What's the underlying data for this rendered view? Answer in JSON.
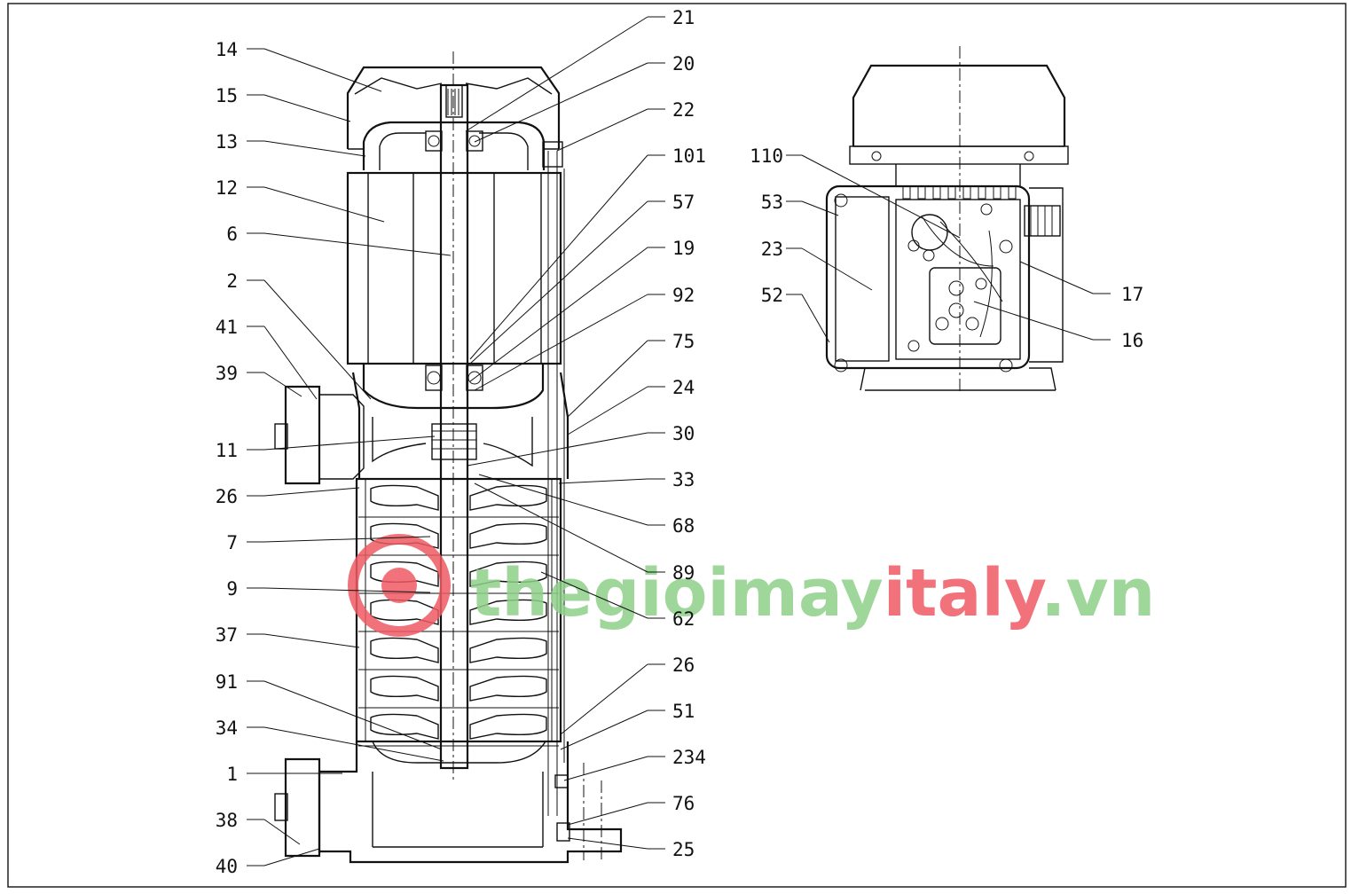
{
  "watermark": {
    "text_a": "thegioimay",
    "text_b": "italy",
    "text_c": ".vn",
    "color_green": "#8fd18a",
    "color_red": "#ef5a63"
  },
  "left_labels": [
    {
      "id": "14",
      "text": "14"
    },
    {
      "id": "15",
      "text": "15"
    },
    {
      "id": "13",
      "text": "13"
    },
    {
      "id": "12",
      "text": "12"
    },
    {
      "id": "6",
      "text": "6"
    },
    {
      "id": "2",
      "text": "2"
    },
    {
      "id": "41",
      "text": "41"
    },
    {
      "id": "39",
      "text": "39"
    },
    {
      "id": "11",
      "text": "11"
    },
    {
      "id": "26a",
      "text": "26"
    },
    {
      "id": "7",
      "text": "7"
    },
    {
      "id": "9",
      "text": "9"
    },
    {
      "id": "37",
      "text": "37"
    },
    {
      "id": "91",
      "text": "91"
    },
    {
      "id": "34",
      "text": "34"
    },
    {
      "id": "1",
      "text": "1"
    },
    {
      "id": "38",
      "text": "38"
    },
    {
      "id": "40",
      "text": "40"
    }
  ],
  "right_labels": [
    {
      "id": "21",
      "text": "21"
    },
    {
      "id": "20",
      "text": "20"
    },
    {
      "id": "22",
      "text": "22"
    },
    {
      "id": "101",
      "text": "101"
    },
    {
      "id": "57",
      "text": "57"
    },
    {
      "id": "19",
      "text": "19"
    },
    {
      "id": "92",
      "text": "92"
    },
    {
      "id": "75",
      "text": "75"
    },
    {
      "id": "24",
      "text": "24"
    },
    {
      "id": "30",
      "text": "30"
    },
    {
      "id": "33",
      "text": "33"
    },
    {
      "id": "68",
      "text": "68"
    },
    {
      "id": "89",
      "text": "89"
    },
    {
      "id": "62",
      "text": "62"
    },
    {
      "id": "26b",
      "text": "26"
    },
    {
      "id": "51",
      "text": "51"
    },
    {
      "id": "234",
      "text": "234"
    },
    {
      "id": "76",
      "text": "76"
    },
    {
      "id": "25",
      "text": "25"
    }
  ],
  "detail_labels": [
    {
      "id": "110",
      "text": "110"
    },
    {
      "id": "53",
      "text": "53"
    },
    {
      "id": "23",
      "text": "23"
    },
    {
      "id": "52",
      "text": "52"
    },
    {
      "id": "17",
      "text": "17"
    },
    {
      "id": "16",
      "text": "16"
    }
  ]
}
